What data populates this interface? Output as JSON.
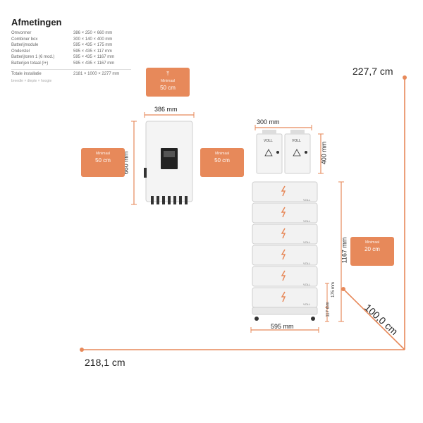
{
  "title": "Afmetingen",
  "specs": [
    {
      "label": "Omvormer",
      "value": "386 × 250 × 660 mm"
    },
    {
      "label": "Combiner box",
      "value": "300 × 140 × 400 mm"
    },
    {
      "label": "Batterijmodule",
      "value": "595 × 435 × 175 mm"
    },
    {
      "label": "Onderstel",
      "value": "595 × 435 × 117 mm"
    },
    {
      "label": "Batterijtoren 1 (6 mod.)",
      "value": "595 × 435 × 1167 mm"
    },
    {
      "label": "Batterijen totaal (l+)",
      "value": "595 × 435 × 1167 mm"
    }
  ],
  "total": {
    "label": "Totale installatie",
    "value": "2181 × 1000 × 2277 mm"
  },
  "note": "breedte × diepte × hoogte",
  "dims": {
    "inverter_width": "386 mm",
    "inverter_height": "660 mm",
    "combiner_width": "300 mm",
    "combiner_height": "400 mm",
    "battery_width": "595 mm",
    "battery_height": "1167 mm",
    "module_height": "175 mm",
    "base_height": "117 mm",
    "total_height": "227,7 cm",
    "total_width": "218,1 cm",
    "total_depth": "100,0 cm"
  },
  "min_boxes": [
    {
      "label": "Minimaal",
      "value": "50 cm"
    },
    {
      "label": "Minimaal",
      "value": "50 cm"
    },
    {
      "label": "Minimaal",
      "value": "50 cm"
    },
    {
      "label": "Minimaal",
      "value": "20 cm"
    }
  ],
  "brand": "VOLL",
  "colors": {
    "accent": "#e7895a",
    "dim_line": "#e7895a",
    "device": "#f4f4f4"
  }
}
